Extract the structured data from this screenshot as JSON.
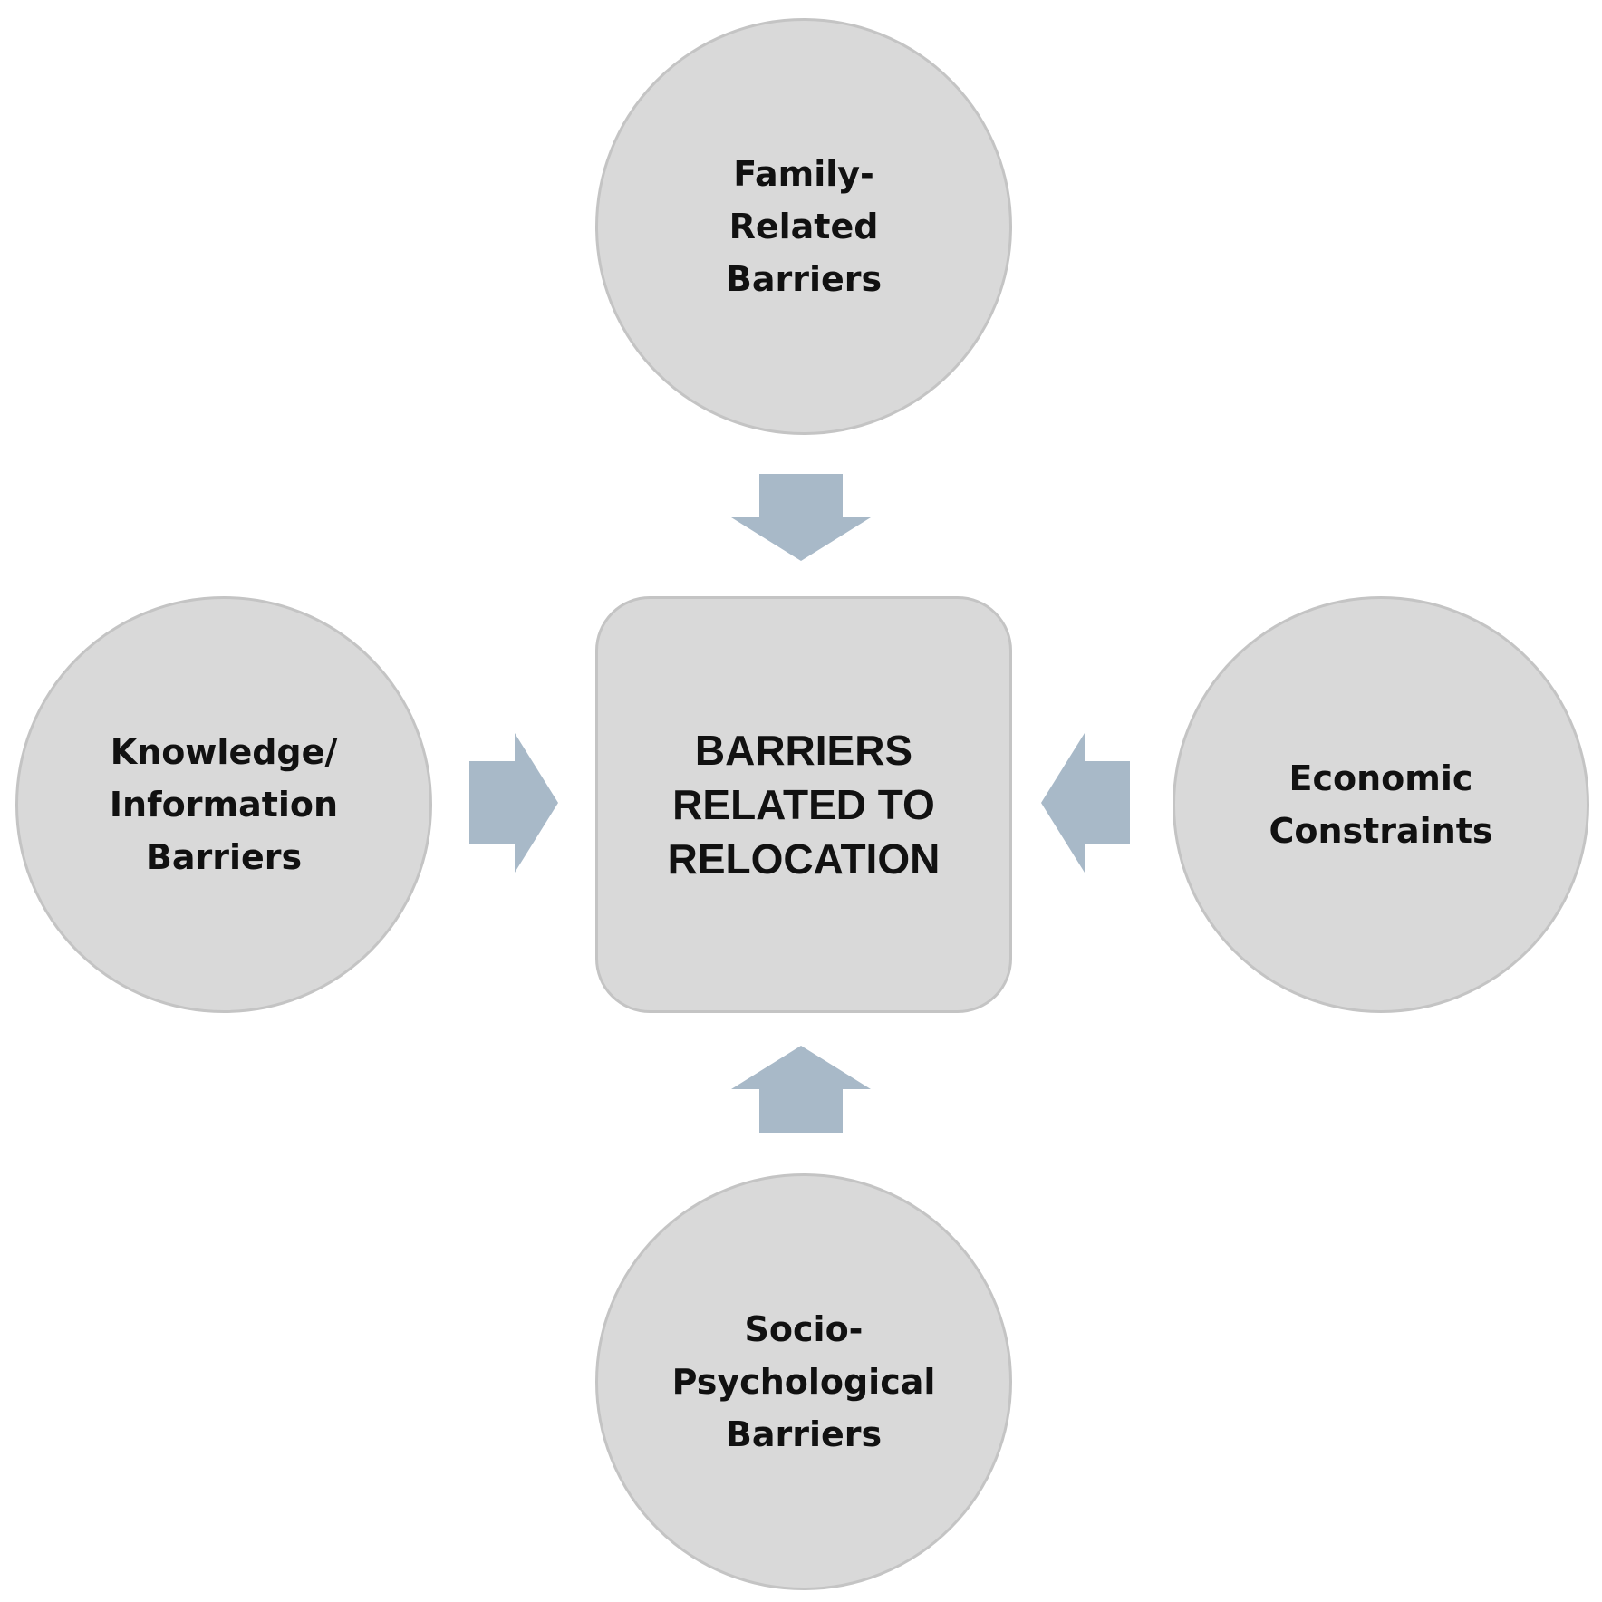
{
  "diagram": {
    "center": {
      "label": "BARRIERS\nRELATED TO\nRELOCATION"
    },
    "top": {
      "label": "Family-\nRelated\nBarriers"
    },
    "left": {
      "label": "Knowledge/\nInformation\nBarriers"
    },
    "right": {
      "label": "Economic\nConstraints"
    },
    "bottom": {
      "label": "Socio-\nPsychological\nBarriers"
    }
  },
  "colors": {
    "node_fill": "#d9d9d9",
    "node_border": "#c4c4c4",
    "arrow_fill": "#a8b9c8",
    "text": "#111111"
  }
}
